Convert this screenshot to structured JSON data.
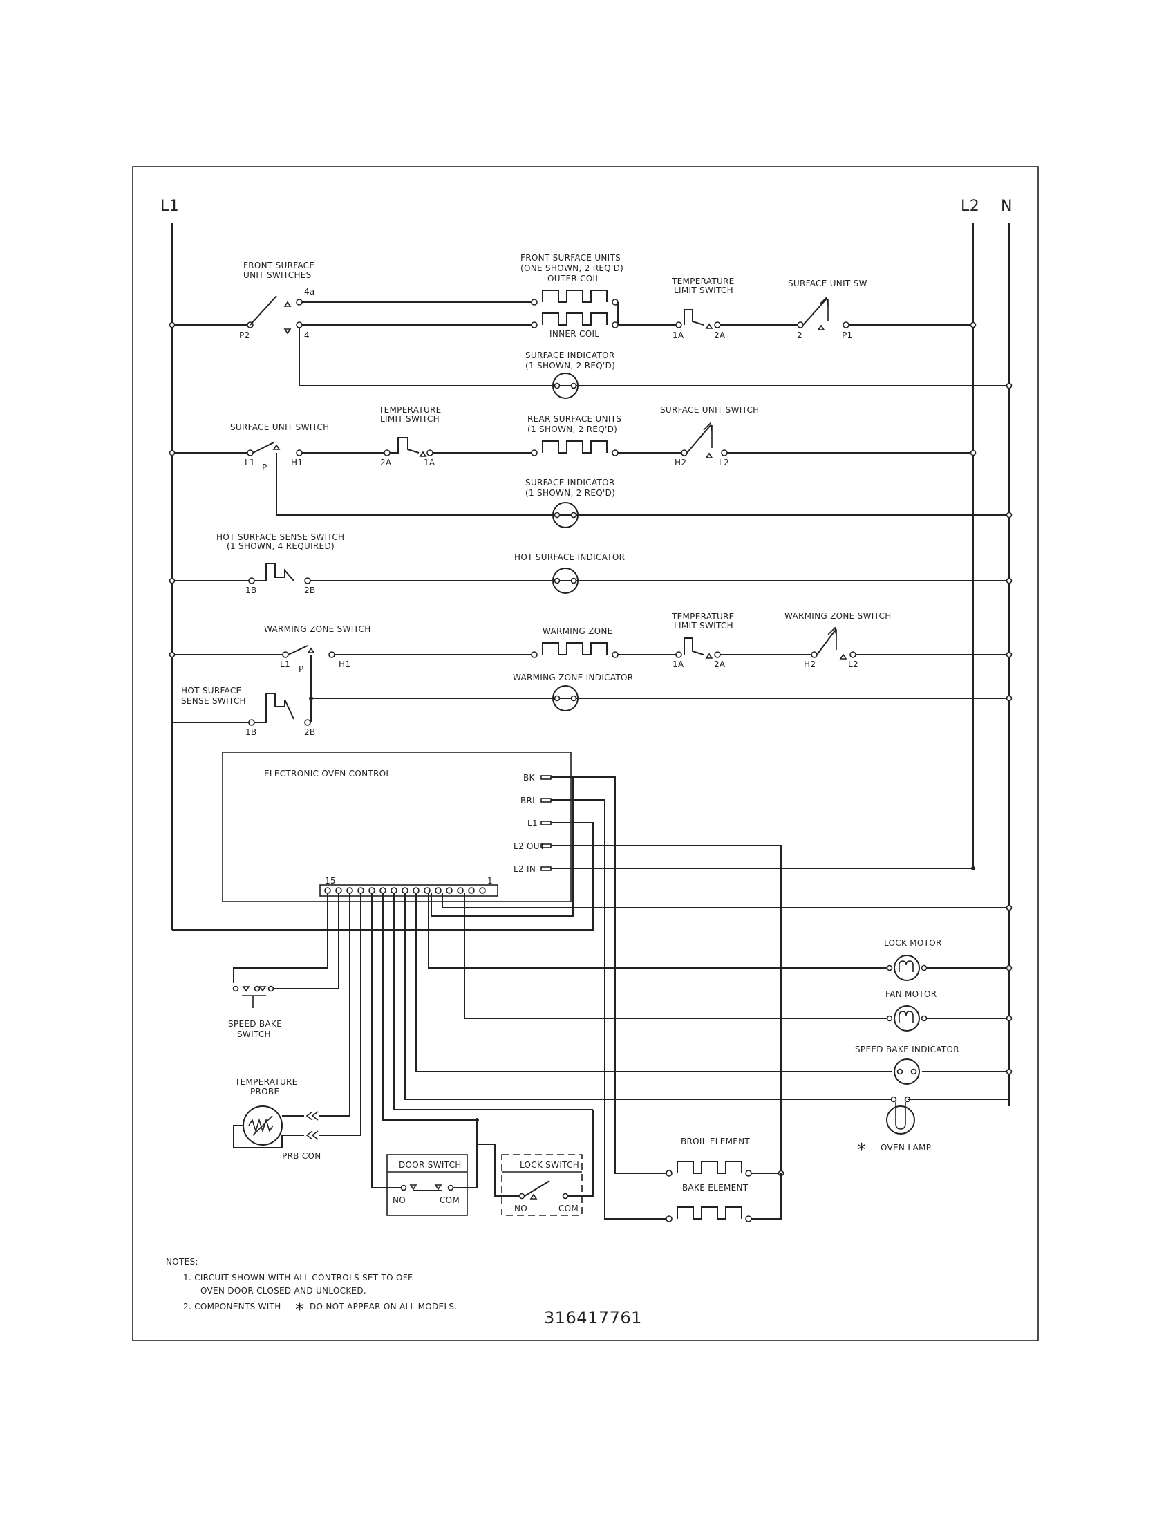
{
  "rails": {
    "l1": "L1",
    "l2": "L2",
    "n": "N"
  },
  "row1": {
    "switches_label": [
      "FRONT SURFACE",
      "UNIT SWITCHES"
    ],
    "term_4a": "4a",
    "term_p2": "P2",
    "term_4": "4",
    "units_label": [
      "FRONT SURFACE UNITS",
      "(ONE SHOWN, 2 REQ'D)",
      "OUTER COIL"
    ],
    "inner_coil": "INNER COIL",
    "temp_limit_label": [
      "TEMPERATURE",
      "LIMIT SWITCH"
    ],
    "term_1a": "1A",
    "term_2a": "2A",
    "surface_sw_label": "SURFACE UNIT SW",
    "term_2": "2",
    "term_p1": "P1",
    "indicator_label": [
      "SURFACE INDICATOR",
      "(1 SHOWN, 2 REQ'D)"
    ]
  },
  "row2": {
    "switch_label": "SURFACE UNIT SWITCH",
    "term_l1": "L1",
    "term_p": "P",
    "term_h1": "H1",
    "temp_limit_label": [
      "TEMPERATURE",
      "LIMIT SWITCH"
    ],
    "term_2a": "2A",
    "term_1a": "1A",
    "units_label": [
      "REAR SURFACE UNITS",
      "(1 SHOWN, 2 REQ'D)"
    ],
    "switch2_label": "SURFACE UNIT SWITCH",
    "term_h2": "H2",
    "term_l2": "L2",
    "indicator_label": [
      "SURFACE INDICATOR",
      "(1 SHOWN, 2 REQ'D)"
    ]
  },
  "row3": {
    "sense_label": [
      "HOT SURFACE SENSE SWITCH",
      "(1 SHOWN, 4 REQUIRED)"
    ],
    "term_1b": "1B",
    "term_2b": "2B",
    "indicator_label": "HOT SURFACE INDICATOR"
  },
  "row4": {
    "switch_label": "WARMING ZONE SWITCH",
    "term_l1": "L1",
    "term_p": "P",
    "term_h1": "H1",
    "zone_label": "WARMING ZONE",
    "temp_limit_label": [
      "TEMPERATURE",
      "LIMIT SWITCH"
    ],
    "term_1a": "1A",
    "term_2a": "2A",
    "switch2_label": "WARMING ZONE SWITCH",
    "term_h2": "H2",
    "term_l2": "L2",
    "indicator_label": "WARMING ZONE INDICATOR",
    "sense_label": [
      "HOT SURFACE",
      "SENSE SWITCH"
    ],
    "term_1b": "1B",
    "term_2b": "2B"
  },
  "control": {
    "title": "ELECTRONIC OVEN CONTROL",
    "pins": [
      "BK",
      "BRL",
      "L1",
      "L2  OUT",
      "L2  IN"
    ],
    "conn_left": "15",
    "conn_right": "1"
  },
  "loads": {
    "lock_motor": "LOCK MOTOR",
    "fan_motor": "FAN MOTOR",
    "speed_bake_indicator": "SPEED BAKE INDICATOR",
    "oven_lamp": "OVEN LAMP",
    "broil_element": "BROIL ELEMENT",
    "bake_element": "BAKE ELEMENT"
  },
  "aux": {
    "speed_bake_switch": [
      "SPEED BAKE",
      "SWITCH"
    ],
    "temperature_probe": [
      "TEMPERATURE",
      "PROBE"
    ],
    "prb_con": "PRB CON",
    "door_switch": "DOOR SWITCH",
    "lock_switch": "LOCK SWITCH",
    "no": "NO",
    "com": "COM"
  },
  "notes": {
    "heading": "NOTES:",
    "line1": "1.   CIRCUIT SHOWN WITH ALL CONTROLS SET TO OFF.",
    "line1b": "OVEN DOOR CLOSED AND UNLOCKED.",
    "line2a": "2.   COMPONENTS WITH",
    "line2b": "DO NOT APPEAR ON ALL MODELS."
  },
  "part_number": "316417761",
  "star_symbol": "*"
}
